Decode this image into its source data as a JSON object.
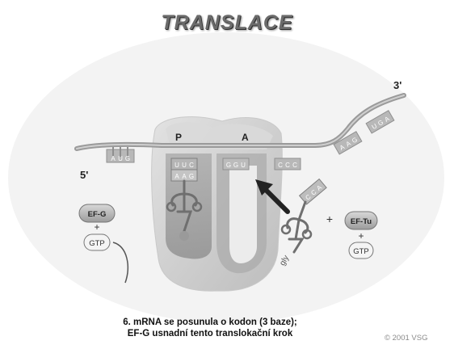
{
  "title": "TRANSLACE",
  "labels": {
    "end_3": "3'",
    "end_5": "5'",
    "site_p": "P",
    "site_a": "A",
    "aa_gly": "gly",
    "ef_g": "EF-G",
    "ef_tu": "EF-Tu",
    "gtp_left": "GTP",
    "gtp_right": "GTP",
    "plus_1": "+",
    "plus_2": "+",
    "plus_3": "+"
  },
  "codons": {
    "mrna_1": [
      "A",
      "U",
      "G"
    ],
    "mrna_2": [
      "G",
      "G",
      "U"
    ],
    "mrna_3": [
      "C",
      "C",
      "C"
    ],
    "tail_1": [
      "A",
      "A",
      "G"
    ],
    "tail_2": [
      "U",
      "G",
      "A"
    ],
    "anticodon_p_top": [
      "U",
      "U",
      "C"
    ],
    "anticodon_p_bottom": [
      "A",
      "A",
      "G"
    ],
    "anticodon_incoming": [
      "C",
      "C",
      "A"
    ]
  },
  "caption": {
    "line1": "6. mRNA se posunula o kodon (3 baze);",
    "line2": "EF-G usnadní tento translokační krok"
  },
  "copyright": "© 2001 VSG"
}
